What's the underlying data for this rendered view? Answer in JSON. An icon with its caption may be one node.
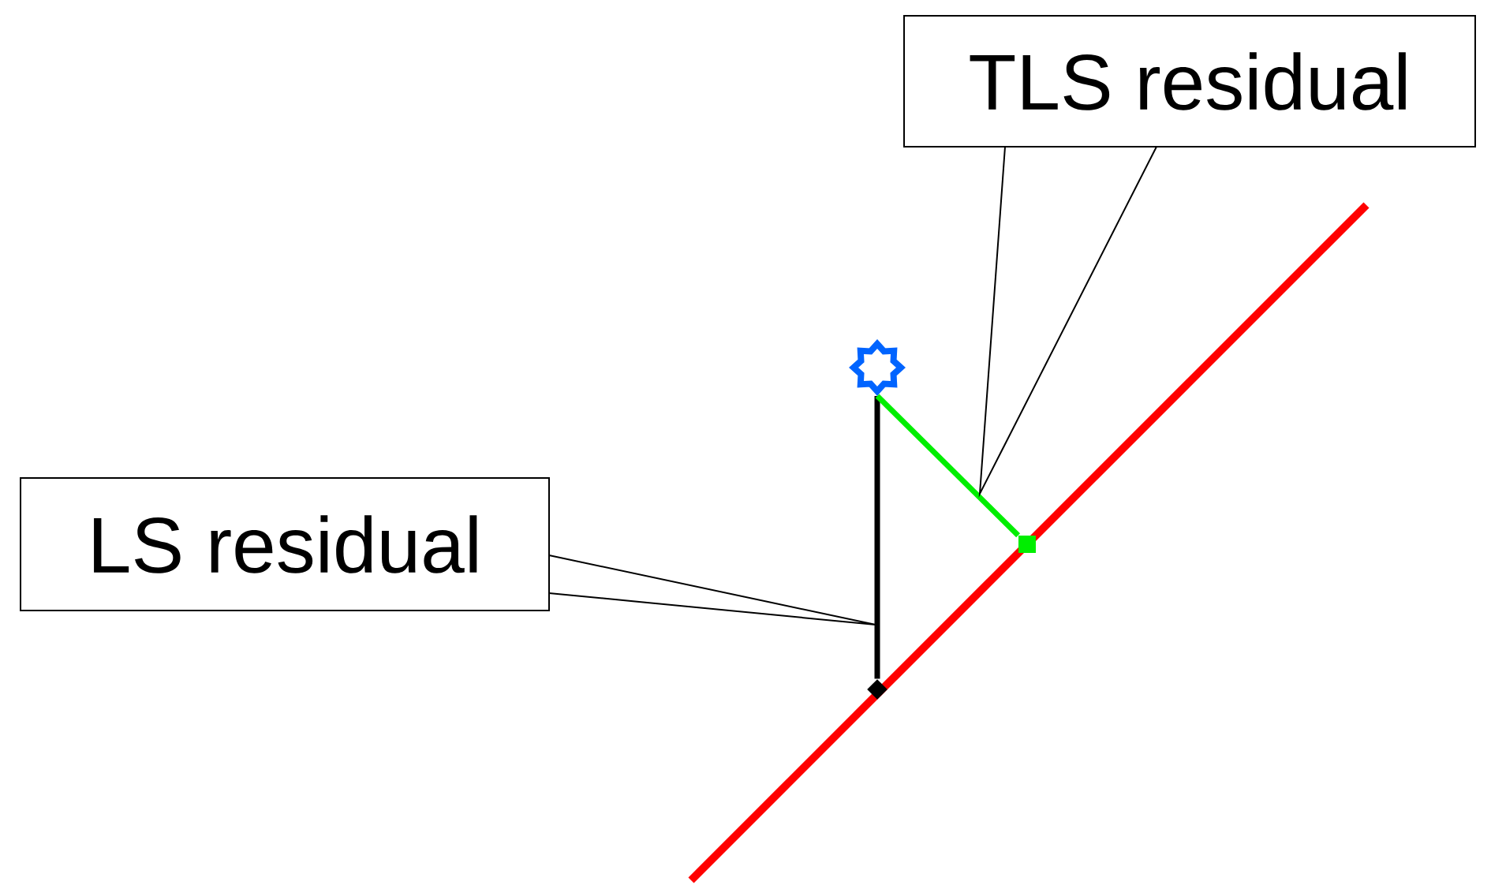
{
  "diagram": {
    "nodes": [
      {
        "text": [
          "TLS residual"
        ]
      },
      {
        "text": [
          "LS residual"
        ]
      },
      {
        "text": [],
        "shape": "star"
      },
      {
        "text": [],
        "shape": "diamond"
      },
      {
        "text": [],
        "shape": "box"
      }
    ],
    "edges": [
      {
        "from": 2,
        "to": 3,
        "arrow": "none",
        "style": "thick"
      },
      {
        "from": 2,
        "to": 4,
        "arrow": "none",
        "style": "thick",
        "color": "#00ee00"
      },
      {
        "from": 0,
        "to": null,
        "arrow": "none"
      },
      {
        "from": 1,
        "to": null,
        "arrow": "none"
      }
    ]
  }
}
